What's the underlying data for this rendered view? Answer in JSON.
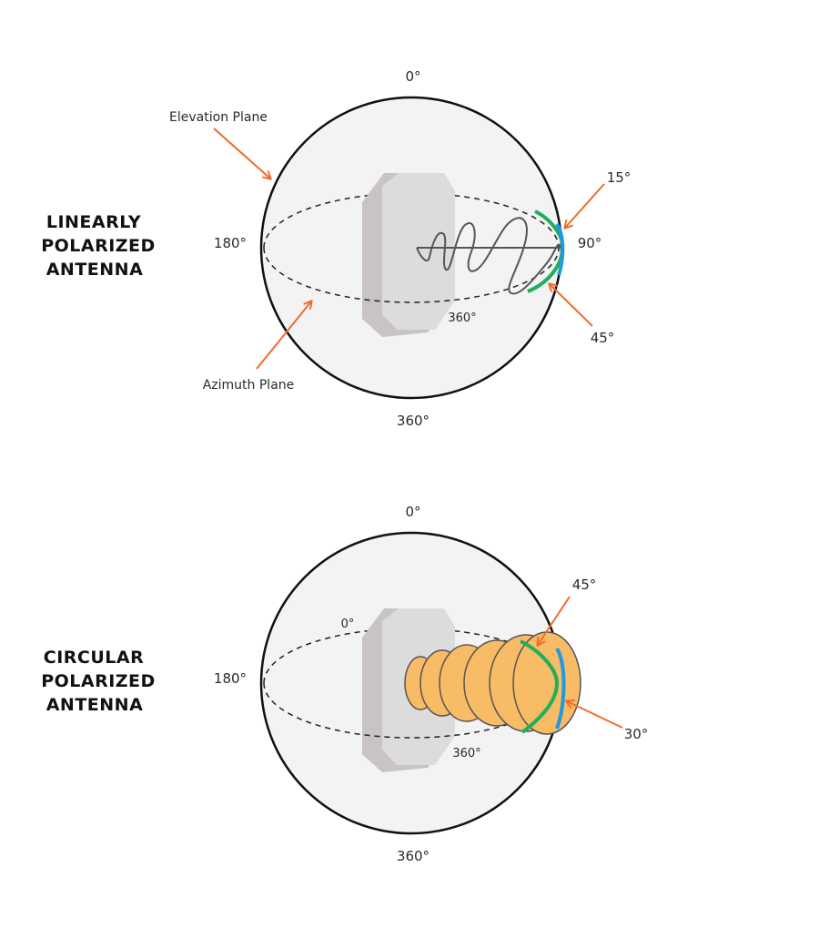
{
  "colors": {
    "arrow": "#f26a2e",
    "beam_fill": "#f8bb66",
    "beam_stroke": "#555555",
    "elevation_arc": "#1fae5c",
    "azimuth_arc": "#1e9be0",
    "panel": "#cfcaca",
    "sphere_fill": "#f3f3f3"
  },
  "linear": {
    "title_lines": [
      "LINEARLY",
      "POLARIZED",
      "ANTENNA"
    ],
    "label_top": "0°",
    "label_bottom": "360°",
    "label_left": "180°",
    "label_right": "90°",
    "label_inner": "360°",
    "elevation_label": "Elevation Plane",
    "azimuth_label": "Azimuth Plane",
    "beam_label_upper": "15°",
    "beam_label_lower": "45°"
  },
  "circular": {
    "title_lines": [
      "CIRCULAR",
      "POLARIZED",
      "ANTENNA"
    ],
    "label_top": "0°",
    "label_bottom": "360°",
    "label_left": "180°",
    "label_inner_top": "0°",
    "label_inner_bottom": "360°",
    "beam_label_upper": "45°",
    "beam_label_lower": "30°"
  }
}
